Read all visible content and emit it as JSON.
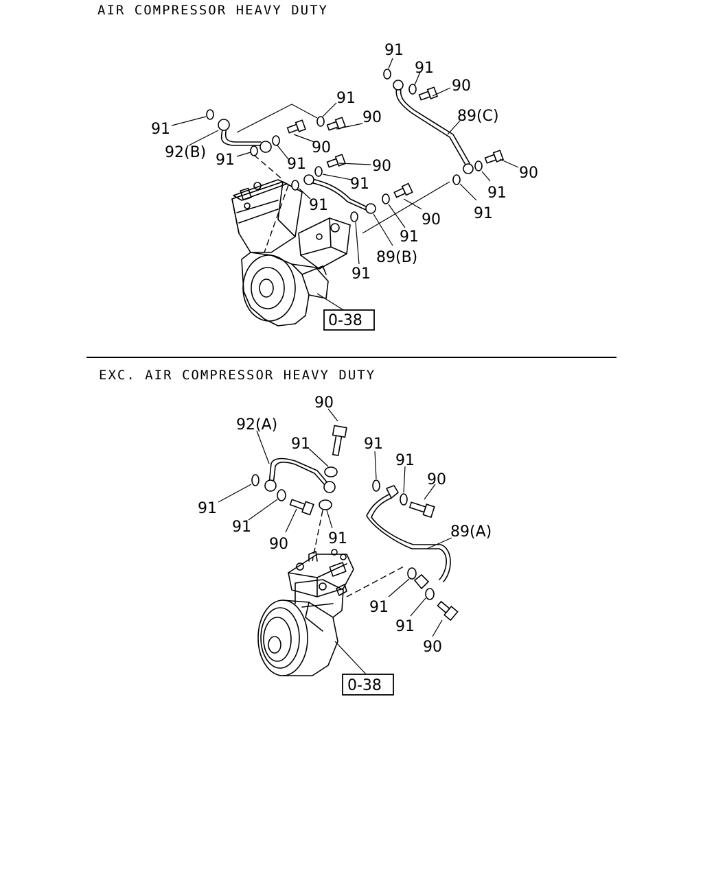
{
  "sections": {
    "top_title": "AIR COMPRESSOR HEAVY DUTY",
    "bottom_title": "EXC. AIR COMPRESSOR HEAVY DUTY"
  },
  "reference": "0-38",
  "labels": {
    "washer": "91",
    "bolt": "90",
    "pipe_a": "89(A)",
    "pipe_b": "89(B)",
    "pipe_c": "89(C)",
    "pipe_92a": "92(A)",
    "pipe_92b": "92(B)"
  }
}
